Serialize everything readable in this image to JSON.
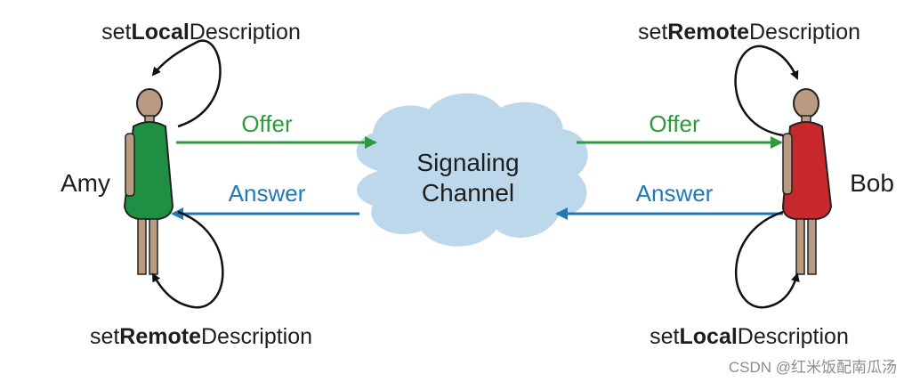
{
  "diagram": {
    "participants": {
      "left": {
        "name": "Amy",
        "body_color": "#1f8f43"
      },
      "right": {
        "name": "Bob",
        "body_color": "#c6282d"
      }
    },
    "center": {
      "line1": "Signaling",
      "line2": "Channel",
      "fill": "#bcd8ea"
    },
    "messages": {
      "left_offer": "Offer",
      "left_answer": "Answer",
      "right_offer": "Offer",
      "right_answer": "Answer"
    },
    "loops": {
      "left_top": {
        "prefix": "set",
        "bold": "Local",
        "suffix": "Description"
      },
      "left_bottom": {
        "prefix": "set",
        "bold": "Remote",
        "suffix": "Description"
      },
      "right_top": {
        "prefix": "set",
        "bold": "Remote",
        "suffix": "Description"
      },
      "right_bottom": {
        "prefix": "set",
        "bold": "Local",
        "suffix": "Description"
      }
    },
    "colors": {
      "offer": "#2e9a3c",
      "answer": "#1f79b8",
      "skin": "#b89b80"
    }
  },
  "watermark": "CSDN @红米饭配南瓜汤"
}
